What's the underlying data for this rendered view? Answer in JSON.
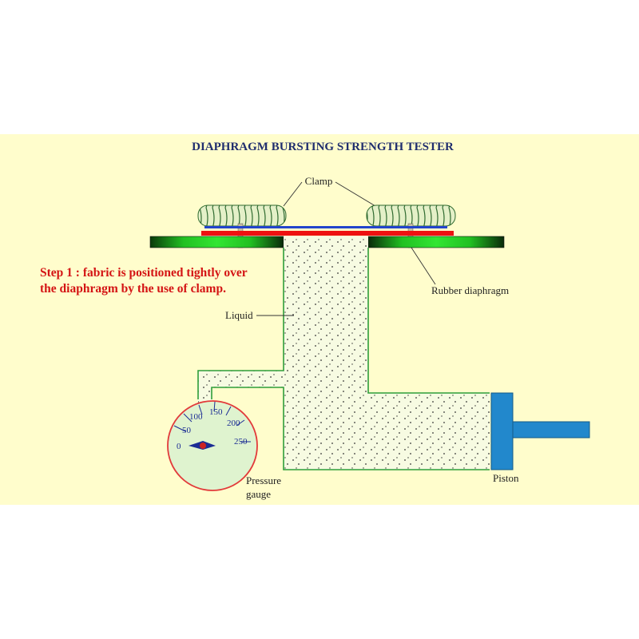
{
  "title": "DIAPHRAGM BURSTING STRENGTH TESTER",
  "step_text": "Step 1 : fabric is positioned tightly over the diaphragm by the use of clamp.",
  "labels": {
    "clamp": "Clamp",
    "rubber_diaphragm": "Rubber diaphragm",
    "liquid": "Liquid",
    "pressure_gauge_line1": "Pressure",
    "pressure_gauge_line2": "gauge",
    "piston": "Piston"
  },
  "gauge_scale": [
    "0",
    "50",
    "100",
    "150",
    "200",
    "250"
  ],
  "colors": {
    "background": "#fffdcc",
    "title": "#1f2d6e",
    "step_text": "#d41414",
    "plate_green": "#22cc22",
    "fabric_red": "#ee1111",
    "fabric_blue": "#2244cc",
    "piston_blue": "#2288cc",
    "pipe_green": "#2e9e3a",
    "gauge_rim": "#e23a3a"
  }
}
